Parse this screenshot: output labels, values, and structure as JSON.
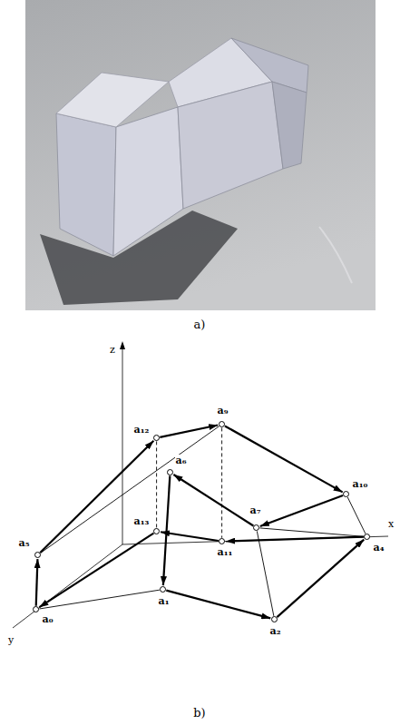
{
  "diagram": {
    "nodes": [
      {
        "text": [
          "a₀"
        ]
      },
      {
        "text": [
          "a₁"
        ]
      },
      {
        "text": [
          "a₂"
        ]
      },
      {
        "text": [
          "a₄"
        ]
      },
      {
        "text": [
          "a₅"
        ]
      },
      {
        "text": [
          "a₆"
        ]
      },
      {
        "text": [
          "a₇"
        ]
      },
      {
        "text": [
          "a₉"
        ]
      },
      {
        "text": [
          "a₁₀"
        ]
      },
      {
        "text": [
          "a₁₁"
        ]
      },
      {
        "text": [
          "a₁₂"
        ]
      },
      {
        "text": [
          "a₁₃"
        ]
      }
    ],
    "edges": [
      {
        "from": 0,
        "to": 4,
        "arrow": "to"
      },
      {
        "from": 4,
        "to": 10,
        "arrow": "to"
      },
      {
        "from": 10,
        "to": 7,
        "arrow": "to"
      },
      {
        "from": 7,
        "to": 8,
        "arrow": "to"
      },
      {
        "from": 8,
        "to": 6,
        "arrow": "to"
      },
      {
        "from": 6,
        "to": 5,
        "arrow": "to"
      },
      {
        "from": 5,
        "to": 1,
        "arrow": "to"
      },
      {
        "from": 1,
        "to": 2,
        "arrow": "to"
      },
      {
        "from": 2,
        "to": 3,
        "arrow": "to"
      },
      {
        "from": 3,
        "to": 9,
        "arrow": "to"
      },
      {
        "from": 9,
        "to": 11,
        "arrow": "to"
      },
      {
        "from": 11,
        "to": 0,
        "arrow": "to"
      },
      {
        "from": 4,
        "to": 7,
        "arrow": "none"
      },
      {
        "from": 0,
        "to": 1,
        "arrow": "none"
      },
      {
        "from": 8,
        "to": 3,
        "arrow": "none"
      },
      {
        "from": 6,
        "to": 3,
        "arrow": "none"
      },
      {
        "from": 6,
        "to": 2,
        "arrow": "none"
      },
      {
        "from": 10,
        "to": 11,
        "arrow": "none"
      },
      {
        "from": 7,
        "to": 9,
        "arrow": "none"
      }
    ],
    "labels": [
      "a)",
      "z",
      "x",
      "y",
      "b)"
    ]
  }
}
